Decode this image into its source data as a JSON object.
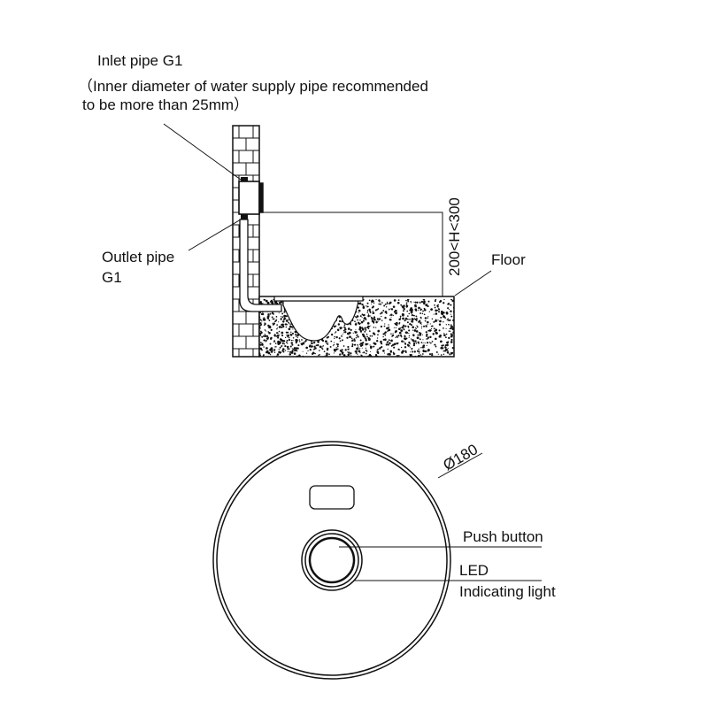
{
  "labels": {
    "inlet_title": "Inlet pipe G1",
    "inlet_note_line1": "（Inner diameter of water supply pipe recommended",
    "inlet_note_line2": "to be more than 25mm）",
    "outlet_line1": "Outlet pipe",
    "outlet_line2": "G1",
    "floor": "Floor",
    "height_range": "200<H<300",
    "diameter": "Ø180",
    "push_button": "Push button",
    "led_line1": "LED",
    "led_line2": "Indicating light"
  },
  "colors": {
    "line": "#111111",
    "background": "#ffffff"
  }
}
